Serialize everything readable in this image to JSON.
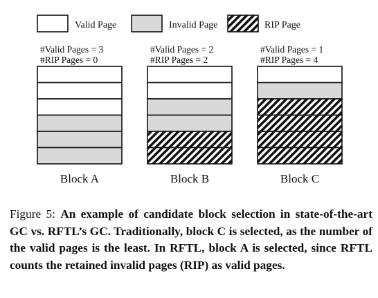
{
  "legend": [
    {
      "type": "valid",
      "label": "Valid Page"
    },
    {
      "type": "invalid",
      "label": "Invalid Page"
    },
    {
      "type": "rip",
      "label": "RIP Page"
    }
  ],
  "blocks": [
    {
      "label": "Block A",
      "stats": [
        "#Valid Pages = 3",
        "#RIP Pages = 0"
      ],
      "pages": [
        "valid",
        "valid",
        "valid",
        "invalid",
        "invalid",
        "invalid"
      ]
    },
    {
      "label": "Block B",
      "stats": [
        "#Valid Pages = 2",
        "#RIP Pages = 2"
      ],
      "pages": [
        "valid",
        "valid",
        "invalid",
        "invalid",
        "rip",
        "rip"
      ]
    },
    {
      "label": "Block C",
      "stats": [
        "#Valid Pages = 1",
        "#RIP Pages = 4"
      ],
      "pages": [
        "valid",
        "invalid",
        "rip",
        "rip",
        "rip",
        "rip"
      ]
    }
  ],
  "colors": {
    "valid": "#ffffff",
    "invalid": "#d9d9d9",
    "rip_hatch": "#111111"
  },
  "caption": {
    "label": "Figure 5: ",
    "text": "An example of candidate block selection in state-of-the-art GC vs. RFTL’s GC. Traditionally, block C is selected, as the number of the valid pages is the least. In RFTL, block A is selected, since RFTL counts the retained invalid pages (RIP) as valid pages."
  }
}
